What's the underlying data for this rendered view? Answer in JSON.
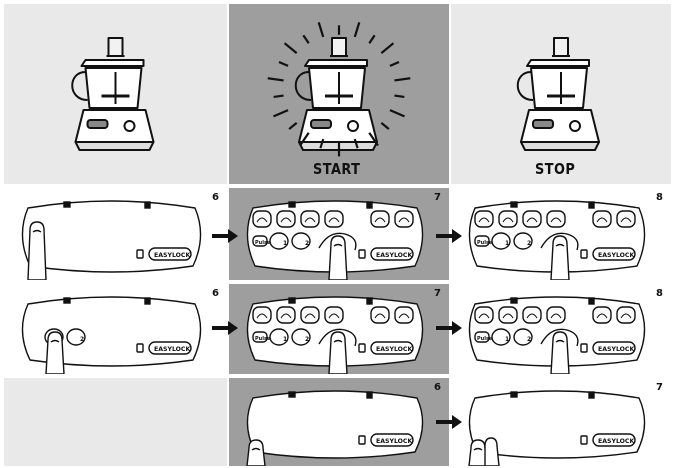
{
  "rows": [
    {
      "id": "row-1",
      "cells": [
        {
          "id": "r1c1",
          "type": "processor",
          "label": "",
          "highlight": false
        },
        {
          "id": "r1c2",
          "type": "processor",
          "label": "START",
          "highlight": true,
          "rays": true
        },
        {
          "id": "r1c3",
          "type": "processor",
          "label": "STOP",
          "highlight": false
        }
      ]
    },
    {
      "id": "row-2",
      "cells": [
        {
          "id": "r2c1",
          "type": "panel",
          "step": "6",
          "highlight": false,
          "lit": false,
          "pulse": false,
          "finger": "program"
        },
        {
          "id": "r2c2",
          "type": "panel",
          "step": "7",
          "highlight": true,
          "lit": true,
          "pulse": true,
          "finger": "dial"
        },
        {
          "id": "r2c3",
          "type": "panel",
          "step": "8",
          "highlight": false,
          "lit": true,
          "pulse": true,
          "finger": "dial"
        }
      ]
    },
    {
      "id": "row-3",
      "cells": [
        {
          "id": "r3c1",
          "type": "panel",
          "step": "6",
          "highlight": false,
          "lit": false,
          "pulse": false,
          "finger": "speed"
        },
        {
          "id": "r3c2",
          "type": "panel",
          "step": "7",
          "highlight": true,
          "lit": true,
          "pulse": true,
          "finger": "dial"
        },
        {
          "id": "r3c3",
          "type": "panel",
          "step": "8",
          "highlight": false,
          "lit": true,
          "pulse": true,
          "finger": "dial"
        }
      ]
    },
    {
      "id": "row-4",
      "cells": [
        {
          "id": "r4c1",
          "type": "empty",
          "highlight": false
        },
        {
          "id": "r4c2",
          "type": "panel",
          "step": "6",
          "highlight": true,
          "lit": false,
          "pulse": false,
          "finger": "corner"
        },
        {
          "id": "r4c3",
          "type": "panel",
          "step": "7",
          "highlight": false,
          "lit": false,
          "pulse": false,
          "finger": "corner-pinch"
        }
      ]
    }
  ],
  "panel_text": {
    "easylock": "EASYLOCK",
    "pulse": "Pulse",
    "speed1": "1",
    "speed2": "2"
  },
  "colors": {
    "light_cell": "#e9e9e9",
    "dark_cell": "#9e9e9e",
    "ink": "#111111"
  },
  "icons": {
    "arrow": "right-arrow-icon",
    "food_processor": "food-processor-icon",
    "control_panel": "control-panel-icon",
    "finger": "finger-icon"
  }
}
